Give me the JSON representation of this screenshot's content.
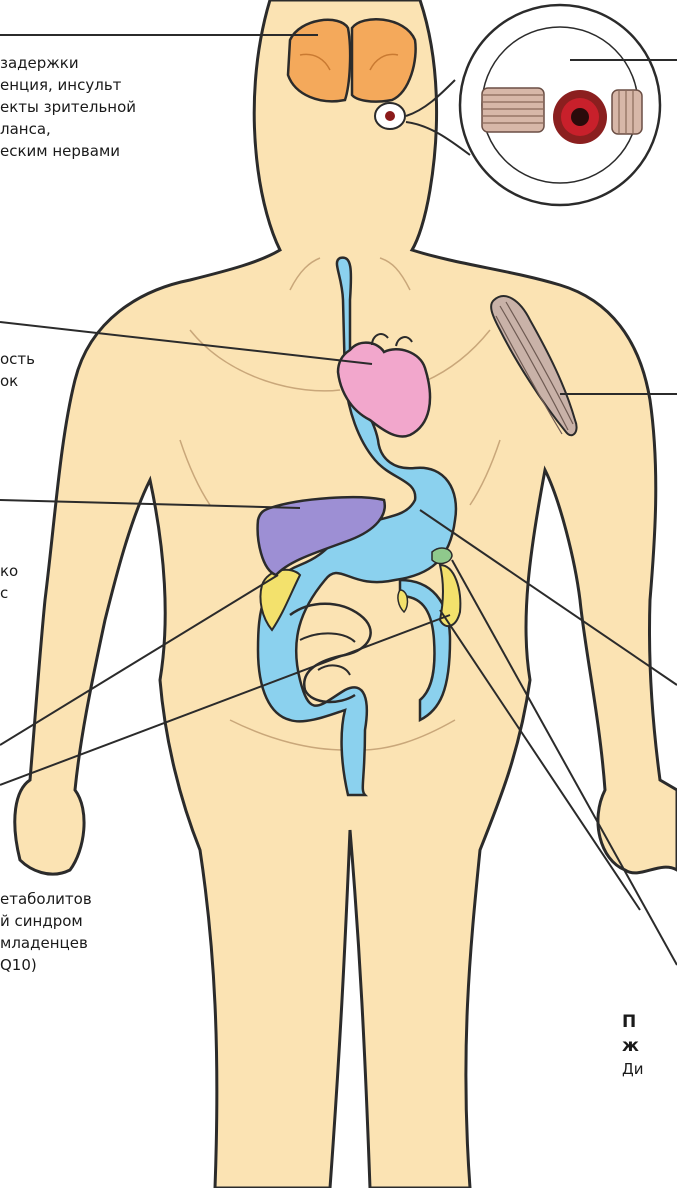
{
  "colors": {
    "skin": "#fbe3b3",
    "outline": "#2b2b2b",
    "brain": "#f4a95b",
    "heart": "#f2a7cc",
    "liver": "#9d8fd4",
    "intestine": "#8bd1ee",
    "kidney_yellow": "#f3e16c",
    "gallbladder": "#8fc98c",
    "muscle": "#8a7a72",
    "iris": "#c8202b"
  },
  "icons": {
    "brain": "brain-icon",
    "eye": "eye-icon",
    "heart": "heart-icon",
    "liver": "liver-icon",
    "intestine": "intestine-icon",
    "muscle": "muscle-icon",
    "eye_muscle_zoom": "eye-muscle-zoom-icon"
  },
  "labels": {
    "brain": {
      "lines": [
        "задержки",
        "енция, инсульт",
        "екты зрительной",
        "ланса,",
        "еским нервами"
      ]
    },
    "heart": {
      "lines": [
        "ость",
        "ок"
      ]
    },
    "liver": {
      "lines": [
        "ко",
        "с"
      ]
    },
    "metabolites": {
      "lines": [
        "етаболитов",
        "й синдром",
        " младенцев",
        "Q10)"
      ]
    },
    "gi": {
      "bold_lines": [
        "П",
        "ж"
      ],
      "lines": [
        "Ди"
      ]
    }
  }
}
